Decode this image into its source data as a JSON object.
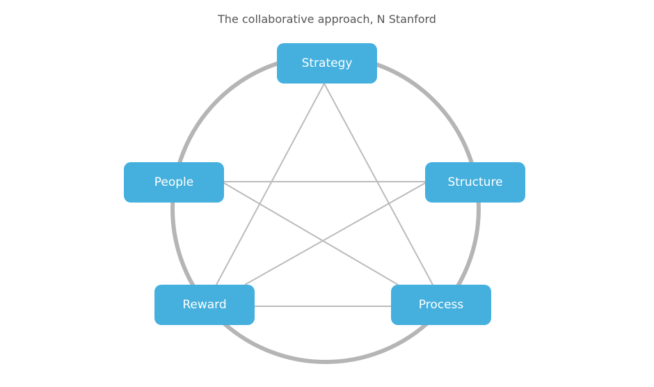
{
  "title": "The collaborative approach, N Stanford",
  "colors": {
    "node_fill": "#45b0de",
    "node_text": "#ffffff",
    "circle_stroke": "#b5b5b5",
    "link_stroke": "#bbbbbb",
    "title_text": "#555555"
  },
  "nodes": [
    {
      "id": "strategy",
      "label": "Strategy"
    },
    {
      "id": "structure",
      "label": "Structure"
    },
    {
      "id": "people",
      "label": "People"
    },
    {
      "id": "reward",
      "label": "Reward"
    },
    {
      "id": "process",
      "label": "Process"
    }
  ],
  "links": [
    {
      "from": "strategy",
      "to": "reward"
    },
    {
      "from": "strategy",
      "to": "process"
    },
    {
      "from": "people",
      "to": "structure"
    },
    {
      "from": "people",
      "to": "process"
    },
    {
      "from": "structure",
      "to": "reward"
    },
    {
      "from": "reward",
      "to": "process"
    }
  ]
}
